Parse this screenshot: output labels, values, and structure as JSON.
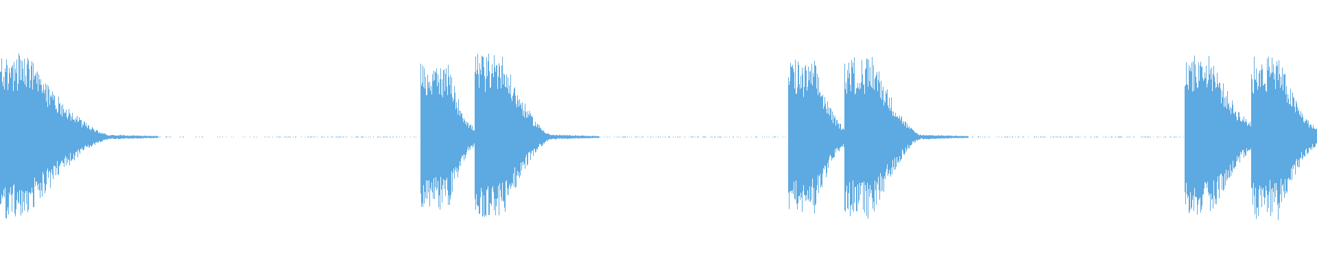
{
  "waveform": {
    "color": "#5DA9E1",
    "background": "#FFFFFF",
    "channels": 1,
    "hits": [
      {
        "start": 0.0,
        "attack_end": 0.02,
        "peak": 0.82,
        "decay_end": 0.085,
        "tail_amp": 0.02
      },
      {
        "start": 0.319,
        "attack_end": 0.34,
        "peak": 0.72,
        "decay_end": 0.36,
        "tail_amp": 0.1
      },
      {
        "start": 0.36,
        "attack_end": 0.38,
        "peak": 0.84,
        "decay_end": 0.42,
        "tail_amp": 0.02
      },
      {
        "start": 0.598,
        "attack_end": 0.618,
        "peak": 0.76,
        "decay_end": 0.64,
        "tail_amp": 0.12
      },
      {
        "start": 0.641,
        "attack_end": 0.663,
        "peak": 0.8,
        "decay_end": 0.7,
        "tail_amp": 0.02
      },
      {
        "start": 0.899,
        "attack_end": 0.92,
        "peak": 0.8,
        "decay_end": 0.95,
        "tail_amp": 0.16
      },
      {
        "start": 0.95,
        "attack_end": 0.97,
        "peak": 0.82,
        "decay_end": 1.0,
        "tail_amp": 0.1
      }
    ],
    "silence_ends": [
      0.31,
      0.593,
      0.888
    ]
  }
}
